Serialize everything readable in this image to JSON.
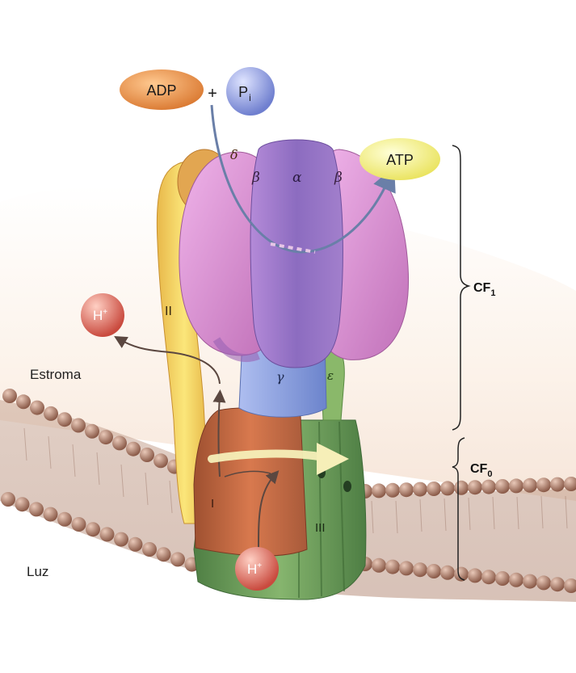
{
  "molecules": {
    "adp": "ADP",
    "plus": "+",
    "pi_main": "P",
    "pi_sub": "i",
    "atp": "ATP",
    "h_top": "H",
    "h_top_sup": "+",
    "h_bottom": "H",
    "h_bottom_sup": "+"
  },
  "subunits": {
    "delta": "δ",
    "beta_left": "β",
    "alpha": "α",
    "beta_right": "β",
    "gamma": "γ",
    "epsilon": "ε",
    "sub_ii": "II",
    "sub_i": "I",
    "sub_iii": "III"
  },
  "regions": {
    "stroma": "Estroma",
    "lumen": "Luz"
  },
  "complexes": {
    "cf1": "CF",
    "cf1_sub": "1",
    "cf0": "CF",
    "cf0_sub": "0"
  },
  "colors": {
    "adp": "#e8904a",
    "pi": "#8f9ee0",
    "atp": "#f4f07a",
    "h_ion": "#d9675a",
    "alpha_beta": "#d48ad0",
    "alpha_center": "#9a78c8",
    "gamma": "#8fa6e0",
    "epsilon": "#88b860",
    "stalk": "#f0d060",
    "delta": "#e0a050",
    "sub_i": "#c8603a",
    "cf0_c": "#6a9a58",
    "membrane_head": "#a07060",
    "arrow": "#6a7fa8"
  }
}
